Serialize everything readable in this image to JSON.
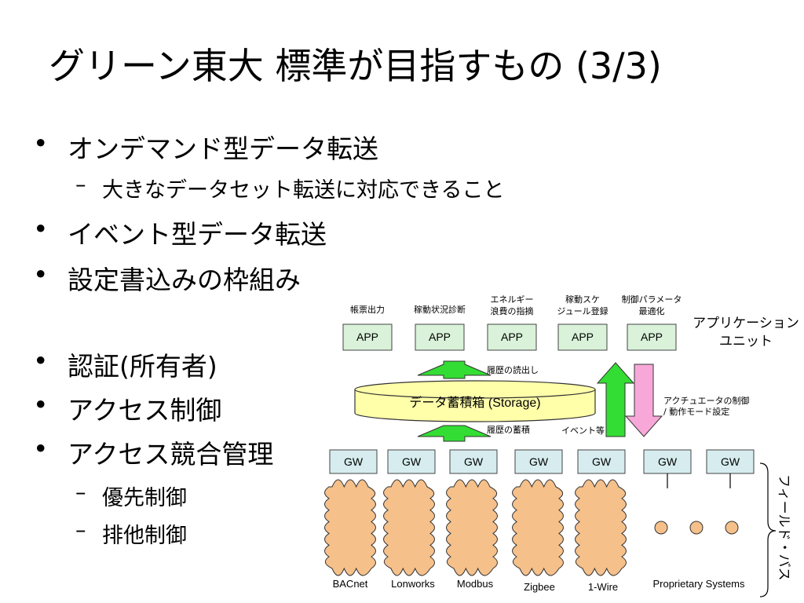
{
  "slide": {
    "title": "グリーン東大 標準が目指すもの (3/3)"
  },
  "bullets": {
    "b1": "オンデマンド型データ転送",
    "b1_sub": "大きなデータセット転送に対応できること",
    "b2": "イベント型データ転送",
    "b3": "設定書込みの枠組み",
    "b4": "認証(所有者)",
    "b5": "アクセス制御",
    "b6": "アクセス競合管理",
    "b6_sub1": "優先制御",
    "b6_sub2": "排他制御",
    "bullet_char": "•",
    "dash_char": "–"
  },
  "diagram": {
    "app_labels": [
      [
        "帳票出力"
      ],
      [
        "稼動状況診断"
      ],
      [
        "エネルギー",
        "浪費の指摘"
      ],
      [
        "稼動スケ",
        "ジュール登録"
      ],
      [
        "制御パラメータ",
        "最適化"
      ]
    ],
    "app_box": "APP",
    "app_unit": [
      "アプリケーション",
      "ユニット"
    ],
    "storage": "データ蓄積箱 (Storage)",
    "history_read": "履歴の読出し",
    "history_store": "履歴の蓄積",
    "event": "イベント等",
    "actuator": [
      "アクチュエータの制御",
      "/ 動作モード設定"
    ],
    "gw": "GW",
    "field_bus": "フィールド・バス",
    "networks": [
      "BACnet",
      "Lonworks",
      "Modbus",
      "Zigbee",
      "1-Wire",
      "Proprietary Systems"
    ],
    "colors": {
      "app_fill": "#d9f2d9",
      "gw_fill": "#d6ecee",
      "storage_fill": "#ffffaa",
      "cloud_fill": "#f5c08a",
      "green_arrow": "#33dd33",
      "pink_arrow": "#f7a8d8",
      "circle_fill": "#f5c08a"
    }
  }
}
